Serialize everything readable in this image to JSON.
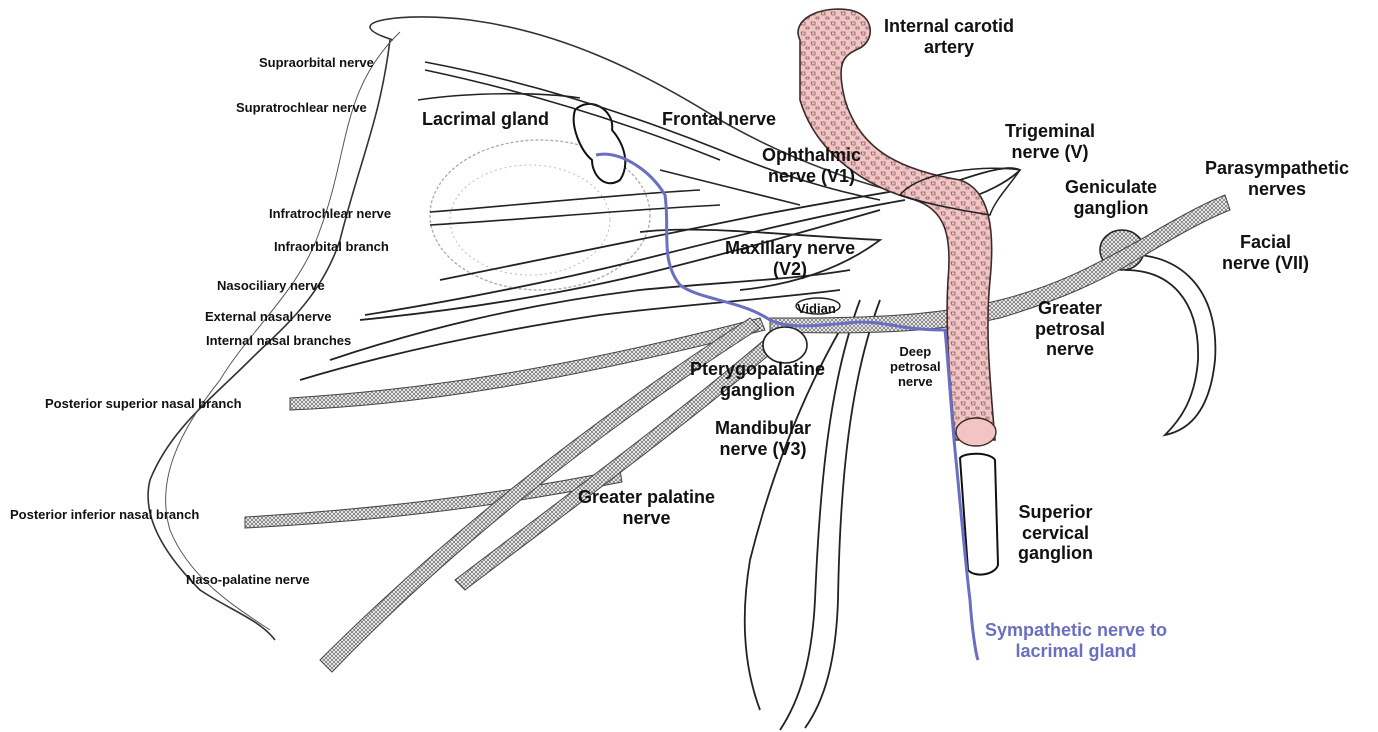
{
  "colors": {
    "artery_fill": "#f2c4c4",
    "artery_stroke": "#3a2a2a",
    "sympathetic_path": "#6b6fc2",
    "outline": "#222222",
    "faint": "#9a9a9a",
    "hatch": "#777777"
  },
  "labels": {
    "internal_carotid_artery": "Internal carotid\nartery",
    "trigeminal_nerve": "Trigeminal\nnerve (V)",
    "parasympathetic_nerves": "Parasympathetic\nnerves",
    "geniculate_ganglion": "Geniculate\nganglion",
    "facial_nerve": "Facial\nnerve (VII)",
    "lacrimal_gland": "Lacrimal gland",
    "frontal_nerve": "Frontal nerve",
    "ophthalmic_nerve": "Ophthalmic\nnerve (V1)",
    "maxillary_nerve": "Maxillary nerve\n(V2)",
    "vidian": "Vidian",
    "greater_petrosal_nerve": "Greater\npetrosal\nnerve",
    "deep_petrosal_nerve": "Deep\npetrosal\nnerve",
    "pterygopalatine_ganglion": "Pterygopalatine\nganglion",
    "mandibular_nerve": "Mandibular\nnerve (V3)",
    "greater_palatine_nerve": "Greater palatine\nnerve",
    "superior_cervical_ganglion": "Superior\ncervical\nganglion",
    "sympathetic_nerve": "Sympathetic nerve to\nlacrimal gland",
    "supraorbital_nerve": "Supraorbital nerve",
    "supratrochlear_nerve": "Supratrochlear nerve",
    "infratrochlear_nerve": "Infratrochlear nerve",
    "infraorbital_branch": "Infraorbital branch",
    "nasociliary_nerve": "Nasociliary nerve",
    "external_nasal_nerve": "External nasal nerve",
    "internal_nasal_branches": "Internal nasal branches",
    "posterior_superior_nasal_branch": "Posterior superior nasal branch",
    "posterior_inferior_nasal_branch": "Posterior inferior nasal branch",
    "naso_palatine_nerve": "Naso-palatine nerve"
  }
}
